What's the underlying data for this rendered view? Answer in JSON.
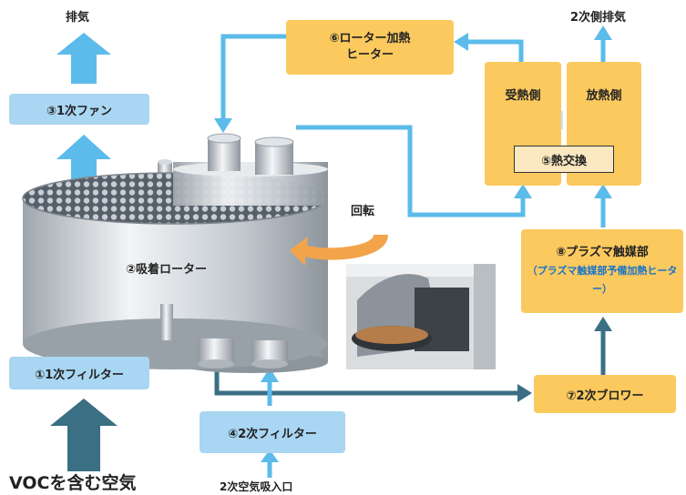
{
  "labels": {
    "exhaust": "排気",
    "secondary_exhaust": "2次側排気",
    "voc_air": "VOCを含む空気",
    "secondary_inlet": "2次空気吸入口",
    "rotation": "回転"
  },
  "nodes": {
    "primary_filter": "①1次フィルター",
    "adsorption_rotor": "②吸着ローター",
    "primary_fan": "③1次ファン",
    "secondary_filter": "④2次フィルター",
    "heat_exchange": "⑤熱交換",
    "rotor_heater_line1": "⑥ローター加熱",
    "rotor_heater_line2": "ヒーター",
    "secondary_blower": "⑦2次ブロワー",
    "plasma_catalyst": "⑧プラズマ触媒部",
    "plasma_preheater": "（プラズマ触媒部予備加熱ヒーター）",
    "heat_receiving_side": "受熱側",
    "heat_radiating_side": "放熱側"
  },
  "colors": {
    "blue_box": "#a9d6f2",
    "orange_box": "#fbc95e",
    "flow_arrow": "#5bbbea",
    "dark_arrow": "#3a6f84",
    "rotate_arrow": "#f3a44a",
    "preheater_text": "#1a73c8"
  }
}
